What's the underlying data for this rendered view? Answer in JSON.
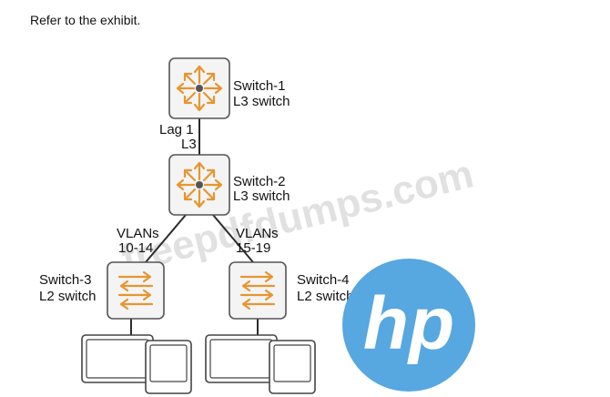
{
  "prompt": "Refer to the exhibit.",
  "watermark": "freepdfdumps.com",
  "logo_text": "hp",
  "colors": {
    "arrow": "#e8952f",
    "box_stroke": "#555555",
    "box_fill": "#f4f4f4",
    "logo": "#57a7e0"
  },
  "nodes": {
    "switch1": {
      "name": "Switch-1",
      "role": "L3 switch",
      "icon": "router-icon"
    },
    "switch2": {
      "name": "Switch-2",
      "role": "L3 switch",
      "icon": "router-icon"
    },
    "switch3": {
      "name": "Switch-3",
      "role": "L2 switch",
      "icon": "switch-icon"
    },
    "switch4": {
      "name": "Switch-4",
      "role": "L2 switch",
      "icon": "switch-icon"
    }
  },
  "links": {
    "s1_s2": {
      "line1": "Lag 1",
      "line2": "L3"
    },
    "s2_s3": {
      "line1": "VLANs",
      "line2": "10-14"
    },
    "s2_s4": {
      "line1": "VLANs",
      "line2": "15-19"
    }
  }
}
